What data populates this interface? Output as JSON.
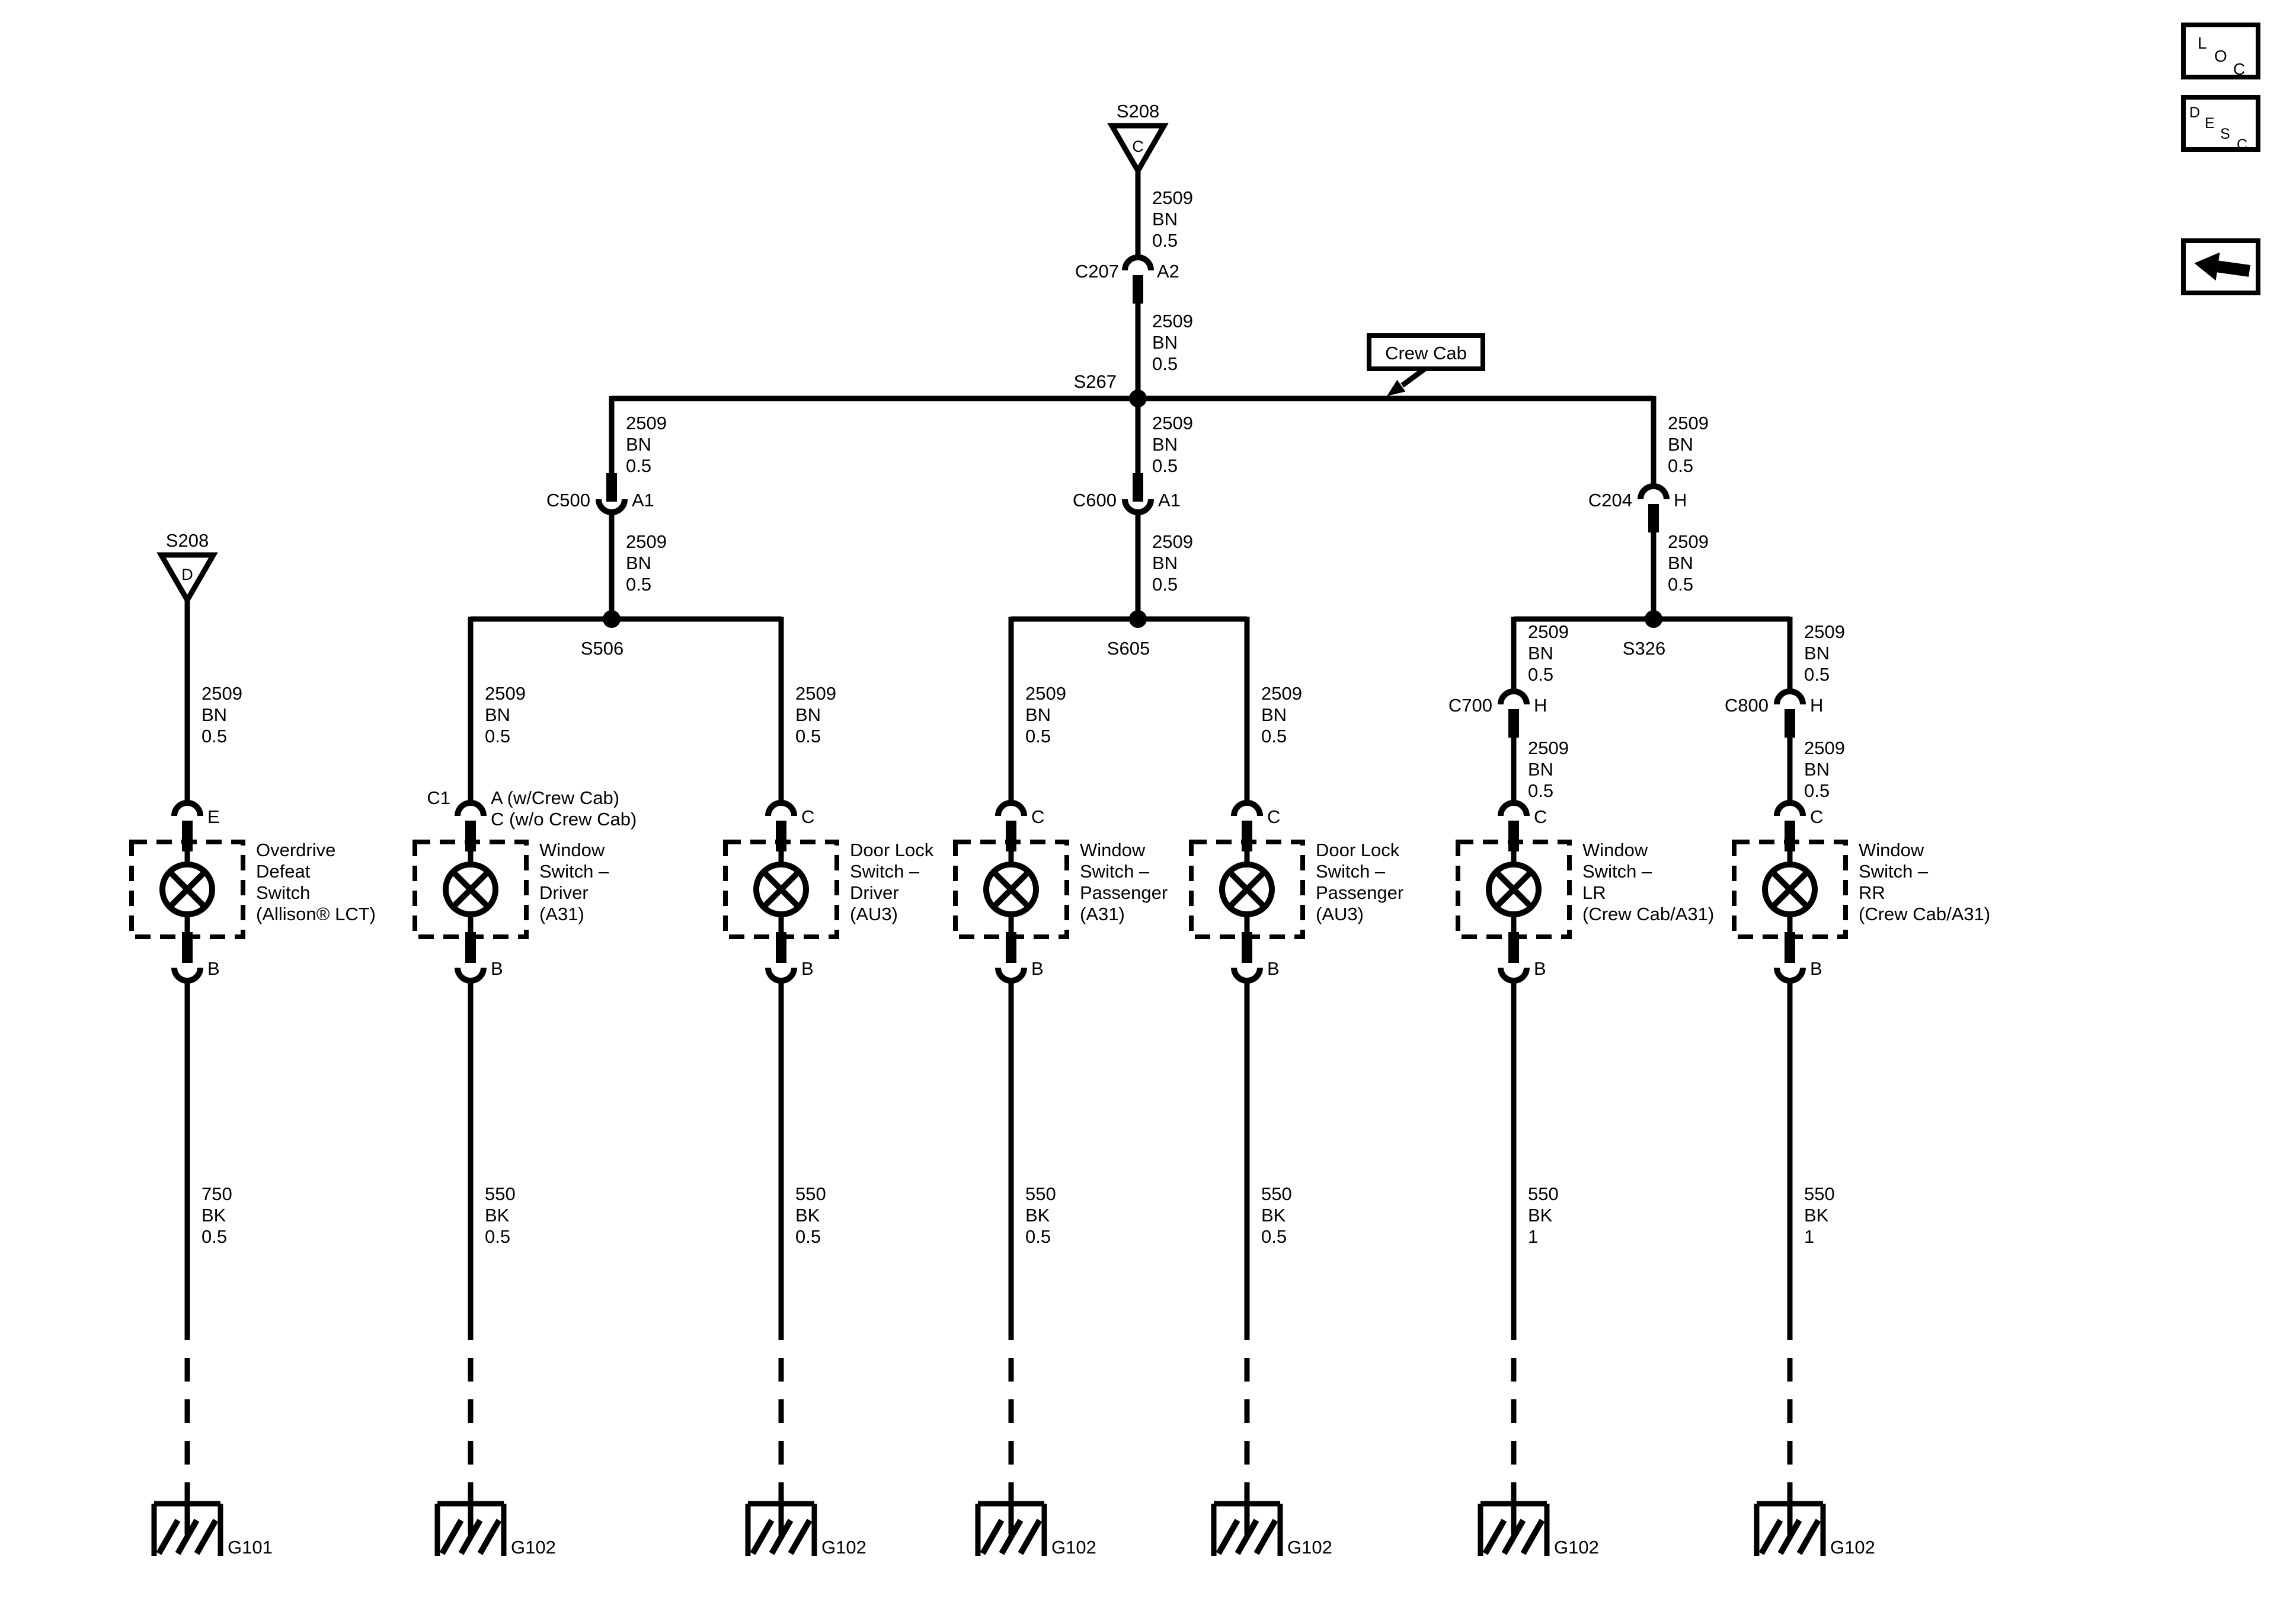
{
  "colors": {
    "ink": "#000000",
    "paper": "#ffffff"
  },
  "toolbar": {
    "loc_letters": [
      "L",
      "O",
      "C"
    ],
    "desc_letters": [
      "D",
      "E",
      "S",
      "C"
    ],
    "back_icon": "left-arrow"
  },
  "wire_feed": {
    "circuit": "2509",
    "color": "BN",
    "gauge": "0.5"
  },
  "feed": {
    "splice": "S208",
    "splice_letter": "C",
    "connector": {
      "name": "C207",
      "pin": "A2"
    },
    "bus_splice": "S267",
    "callout": "Crew Cab"
  },
  "drops": [
    {
      "connector": "C500",
      "pin": "A1",
      "splice": "S506"
    },
    {
      "connector": "C600",
      "pin": "A1",
      "splice": "S605"
    },
    {
      "connector": "C204",
      "pin": "H",
      "splice": "S326"
    }
  ],
  "columns": [
    {
      "source_splice": "S208",
      "source_letter": "D",
      "pin_top": "E",
      "component": [
        "Overdrive",
        "Defeat",
        "Switch",
        "(Allison® LCT)"
      ],
      "pin_bottom": "B",
      "wire_bottom": {
        "circuit": "750",
        "color": "BK",
        "gauge": "0.5"
      },
      "ground": "G101"
    },
    {
      "pin_top_left": "C1",
      "pin_top": "A (w/Crew Cab)",
      "pin_top_alt": "C (w/o Crew Cab)",
      "component": [
        "Window",
        "Switch –",
        "Driver",
        "(A31)"
      ],
      "pin_bottom": "B",
      "wire_bottom": {
        "circuit": "550",
        "color": "BK",
        "gauge": "0.5"
      },
      "ground": "G102"
    },
    {
      "pin_top": "C",
      "component": [
        "Door Lock",
        "Switch –",
        "Driver",
        "(AU3)"
      ],
      "pin_bottom": "B",
      "wire_bottom": {
        "circuit": "550",
        "color": "BK",
        "gauge": "0.5"
      },
      "ground": "G102"
    },
    {
      "pin_top": "C",
      "component": [
        "Window",
        "Switch –",
        "Passenger",
        "(A31)"
      ],
      "pin_bottom": "B",
      "wire_bottom": {
        "circuit": "550",
        "color": "BK",
        "gauge": "0.5"
      },
      "ground": "G102"
    },
    {
      "pin_top": "C",
      "component": [
        "Door Lock",
        "Switch –",
        "Passenger",
        "(AU3)"
      ],
      "pin_bottom": "B",
      "wire_bottom": {
        "circuit": "550",
        "color": "BK",
        "gauge": "0.5"
      },
      "ground": "G102"
    },
    {
      "connector_mid": {
        "name": "C700",
        "pin": "H"
      },
      "pin_top": "C",
      "component": [
        "Window",
        "Switch –",
        "LR",
        "(Crew Cab/A31)"
      ],
      "pin_bottom": "B",
      "wire_bottom": {
        "circuit": "550",
        "color": "BK",
        "gauge": "1"
      },
      "ground": "G102"
    },
    {
      "connector_mid": {
        "name": "C800",
        "pin": "H"
      },
      "pin_top": "C",
      "component": [
        "Window",
        "Switch –",
        "RR",
        "(Crew Cab/A31)"
      ],
      "pin_bottom": "B",
      "wire_bottom": {
        "circuit": "550",
        "color": "BK",
        "gauge": "1"
      },
      "ground": "G102"
    }
  ]
}
